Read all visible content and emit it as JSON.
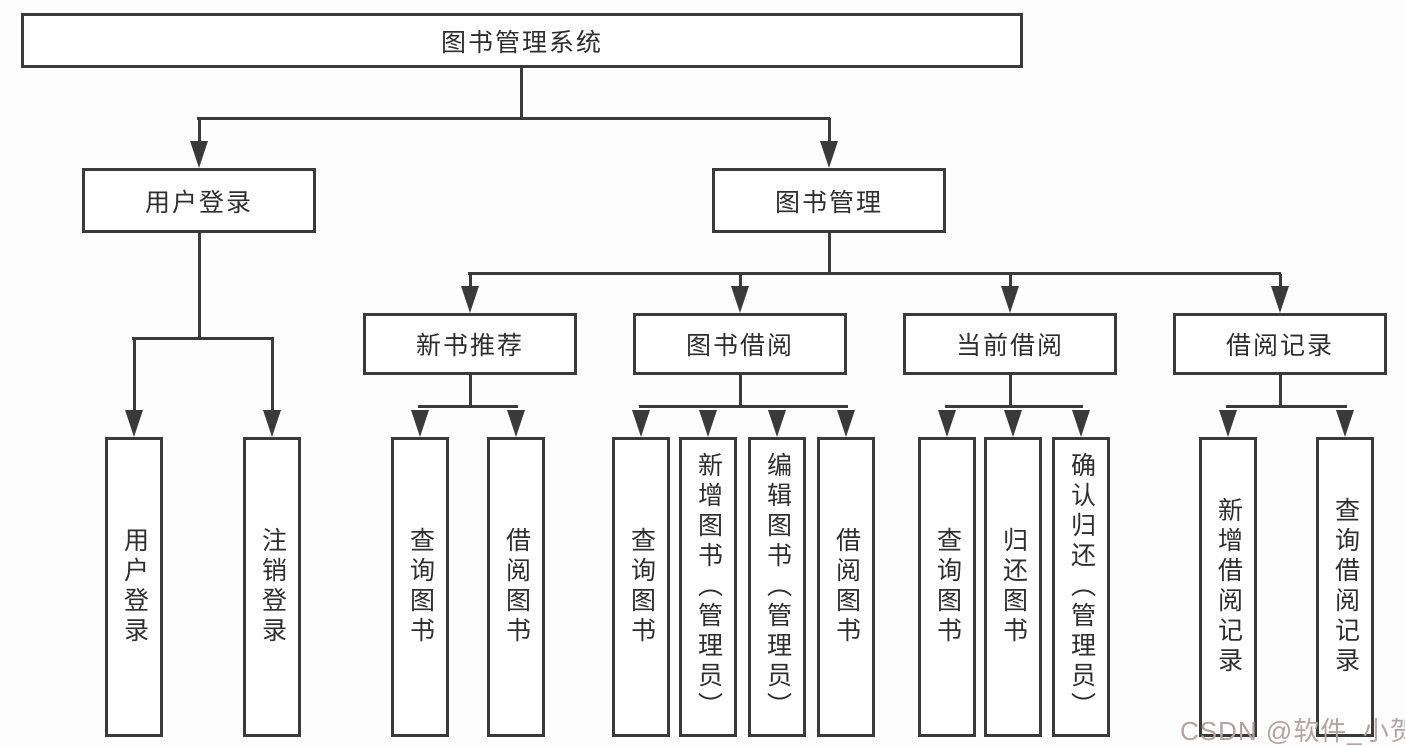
{
  "colors": {
    "line": "#3a3a3a",
    "background": "#fdfdfd",
    "text": "#2e2e2e",
    "watermark": "#b3a3a3"
  },
  "nodes": {
    "root": "图书管理系统",
    "userLogin": "用户登录",
    "bookMgmt": "图书管理",
    "newBooks": "新书推荐",
    "bookBorrow": "图书借阅",
    "currentBorrow": "当前借阅",
    "borrowRecords": "借阅记录",
    "leafUserLogin": "用户登录",
    "leafLogout": "注销登录",
    "nbQuery": "查询图书",
    "nbBorrow": "借阅图书",
    "bbQuery": "查询图书",
    "bbAdd": "新增图书（管理员）",
    "bbEdit": "编辑图书（管理员）",
    "bbBorrow": "借阅图书",
    "cbQuery": "查询图书",
    "cbReturn": "归还图书",
    "cbConfirm": "确认归还（管理员）",
    "brAdd": "新增借阅记录",
    "brQuery": "查询借阅记录"
  },
  "watermark": {
    "text": "CSDN @软件_小贺同学"
  }
}
